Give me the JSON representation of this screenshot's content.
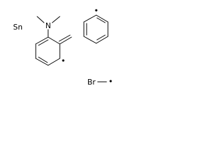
{
  "structure": {
    "fragments": [
      {
        "id": "tin",
        "label": "Sn"
      },
      {
        "id": "dimethylamino-toluene-radical",
        "label": "N"
      },
      {
        "id": "phenyl-radical",
        "label": ""
      },
      {
        "id": "bromomethyl-radical",
        "label": "Br"
      }
    ]
  },
  "colors": {
    "ink": "#000000",
    "background": "#ffffff"
  }
}
